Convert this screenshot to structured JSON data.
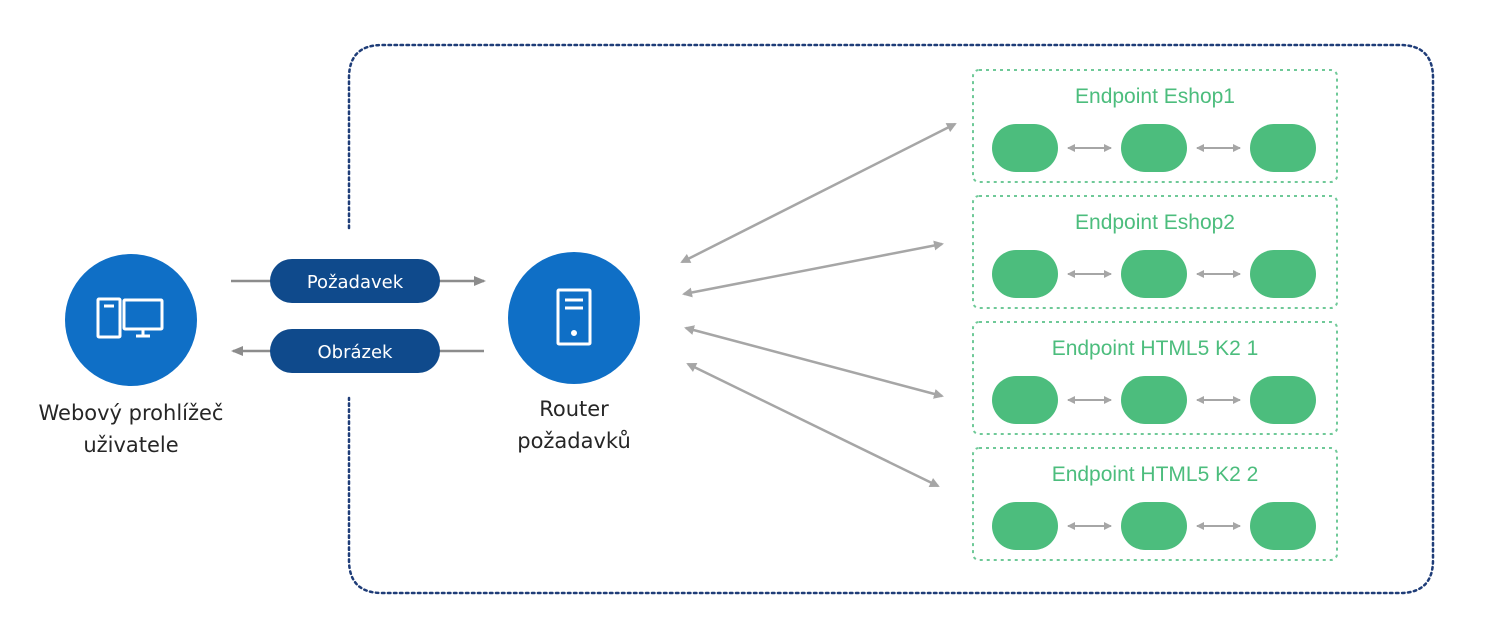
{
  "colors": {
    "node_blue": "#0f6fc6",
    "pill_navy": "#0f4a8c",
    "container_border": "#1f3d78",
    "endpoint_green": "#4cbd7d",
    "endpoint_border": "#6fc998",
    "arrow_gray": "#a6a6a6",
    "flow_arrow_gray": "#8c8c8c"
  },
  "client": {
    "icon": "monitor-computer-icon",
    "label_line1": "Webový prohlížeč",
    "label_line2": "uživatele"
  },
  "request_pill": {
    "label": "Požadavek"
  },
  "response_pill": {
    "label": "Obrázek"
  },
  "router": {
    "icon": "server-tower-icon",
    "label_line1": "Router",
    "label_line2": "požadavků"
  },
  "endpoints": [
    {
      "title": "Endpoint Eshop1",
      "instances": 3
    },
    {
      "title": "Endpoint Eshop2",
      "instances": 3
    },
    {
      "title": "Endpoint HTML5 K2 1",
      "instances": 3
    },
    {
      "title": "Endpoint HTML5 K2 2",
      "instances": 3
    }
  ]
}
